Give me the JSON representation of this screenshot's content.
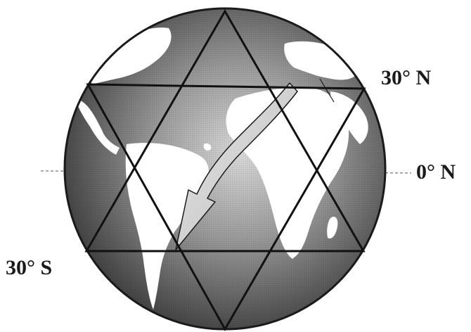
{
  "labels": {
    "lat_30n": "30° N",
    "lat_0n": "0° N",
    "lat_30s": "30° S"
  },
  "colors": {
    "globe_dark": "#3d3d3d",
    "globe_light": "#d9d9d9",
    "land": "#ffffff",
    "arrow_fill": "#cfcfcf",
    "outline": "#1a1a1a"
  },
  "icons": [
    "globe",
    "hexagram-star",
    "curved-arrow"
  ]
}
